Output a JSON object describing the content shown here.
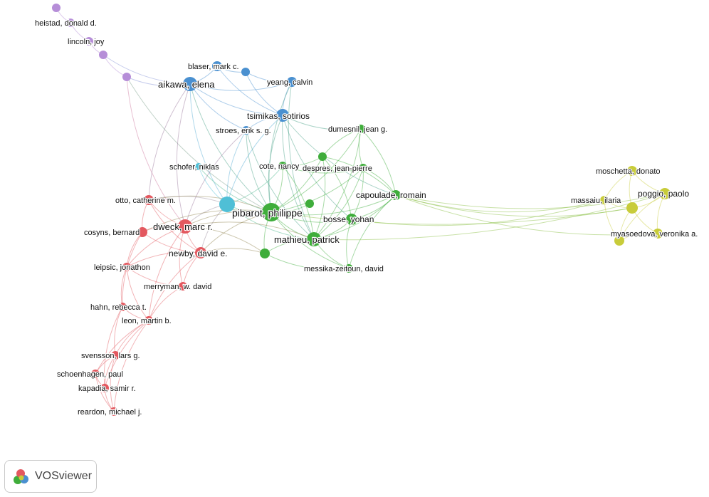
{
  "cluster_colors": {
    "red": "#e3585f",
    "green": "#3fad3b",
    "blue": "#4a90d0",
    "yellow": "#c8cc3a",
    "purple": "#b68ed8",
    "cyan": "#4fbfd6"
  },
  "nodes": [
    {
      "id": "n_p1",
      "label": "",
      "cluster": "purple",
      "size": 6
    },
    {
      "id": "heistad",
      "label": "heistad, donald d.",
      "cluster": "purple",
      "size": 6
    },
    {
      "id": "lincoln",
      "label": "lincoln, joy",
      "cluster": "purple",
      "size": 6
    },
    {
      "id": "n_p2",
      "label": "",
      "cluster": "purple",
      "size": 6
    },
    {
      "id": "n_p3",
      "label": "",
      "cluster": "purple",
      "size": 6
    },
    {
      "id": "aikawa",
      "label": "aikawa, elena",
      "cluster": "blue",
      "size": 10
    },
    {
      "id": "blaser",
      "label": "blaser, mark c.",
      "cluster": "blue",
      "size": 7
    },
    {
      "id": "n_b1",
      "label": "",
      "cluster": "blue",
      "size": 6
    },
    {
      "id": "yeang",
      "label": "yeang, calvin",
      "cluster": "blue",
      "size": 7
    },
    {
      "id": "tsimikas",
      "label": "tsimikas, sotirios",
      "cluster": "blue",
      "size": 9
    },
    {
      "id": "stroes",
      "label": "stroes, erik s. g.",
      "cluster": "blue",
      "size": 6
    },
    {
      "id": "schofer",
      "label": "schofer, niklas",
      "cluster": "cyan",
      "size": 5
    },
    {
      "id": "n_c1",
      "label": "",
      "cluster": "cyan",
      "size": 11
    },
    {
      "id": "dumesnil",
      "label": "dumesnil, jean g.",
      "cluster": "green",
      "size": 6
    },
    {
      "id": "cote",
      "label": "cote, nancy",
      "cluster": "green",
      "size": 6
    },
    {
      "id": "n_g1",
      "label": "",
      "cluster": "green",
      "size": 6
    },
    {
      "id": "despres",
      "label": "despres, jean-pierre",
      "cluster": "green",
      "size": 6
    },
    {
      "id": "capoulade",
      "label": "capoulade, romain",
      "cluster": "green",
      "size": 7
    },
    {
      "id": "pibarot",
      "label": "pibarot, philippe",
      "cluster": "green",
      "size": 13
    },
    {
      "id": "n_g2",
      "label": "",
      "cluster": "green",
      "size": 6
    },
    {
      "id": "bosse",
      "label": "bosse, yohan",
      "cluster": "green",
      "size": 8
    },
    {
      "id": "mathieu",
      "label": "mathieu, patrick",
      "cluster": "green",
      "size": 10
    },
    {
      "id": "n_g3",
      "label": "",
      "cluster": "green",
      "size": 7
    },
    {
      "id": "messika",
      "label": "messika-zeitoun, david",
      "cluster": "green",
      "size": 6
    },
    {
      "id": "otto",
      "label": "otto, catherine m.",
      "cluster": "red",
      "size": 7
    },
    {
      "id": "dweck",
      "label": "dweck, marc r.",
      "cluster": "red",
      "size": 10
    },
    {
      "id": "cosyns",
      "label": "cosyns, bernard",
      "cluster": "red",
      "size": 7
    },
    {
      "id": "newby",
      "label": "newby, david e.",
      "cluster": "red",
      "size": 8
    },
    {
      "id": "leipsic",
      "label": "leipsic, jonathon",
      "cluster": "red",
      "size": 6
    },
    {
      "id": "merryman",
      "label": "merryman, w. david",
      "cluster": "red",
      "size": 6
    },
    {
      "id": "hahn",
      "label": "hahn, rebecca t.",
      "cluster": "red",
      "size": 6
    },
    {
      "id": "leon",
      "label": "leon, martin b.",
      "cluster": "red",
      "size": 6
    },
    {
      "id": "svensson",
      "label": "svensson, lars g.",
      "cluster": "red",
      "size": 6
    },
    {
      "id": "schoenhagen",
      "label": "schoenhagen, paul",
      "cluster": "red",
      "size": 6
    },
    {
      "id": "kapadia",
      "label": "kapadia, samir r.",
      "cluster": "red",
      "size": 6
    },
    {
      "id": "reardon",
      "label": "reardon, michael j.",
      "cluster": "red",
      "size": 6
    },
    {
      "id": "moschetta",
      "label": "moschetta, donato",
      "cluster": "yellow",
      "size": 7
    },
    {
      "id": "massaiu",
      "label": "massaiu, ilaria",
      "cluster": "yellow",
      "size": 6
    },
    {
      "id": "n_y1",
      "label": "",
      "cluster": "yellow",
      "size": 8
    },
    {
      "id": "poggio",
      "label": "poggio, paolo",
      "cluster": "yellow",
      "size": 8
    },
    {
      "id": "myasoedova",
      "label": "myasoedova, veronika a.",
      "cluster": "yellow",
      "size": 7
    },
    {
      "id": "n_y2",
      "label": "",
      "cluster": "yellow",
      "size": 7
    }
  ],
  "edges": [
    [
      "n_p1",
      "heistad"
    ],
    [
      "heistad",
      "lincoln"
    ],
    [
      "lincoln",
      "n_p2"
    ],
    [
      "n_p2",
      "n_p3"
    ],
    [
      "n_p3",
      "aikawa"
    ],
    [
      "n_p2",
      "aikawa"
    ],
    [
      "n_p3",
      "dweck"
    ],
    [
      "n_p3",
      "pibarot"
    ],
    [
      "aikawa",
      "blaser"
    ],
    [
      "aikawa",
      "tsimikas"
    ],
    [
      "aikawa",
      "yeang"
    ],
    [
      "aikawa",
      "stroes"
    ],
    [
      "aikawa",
      "n_c1"
    ],
    [
      "aikawa",
      "pibarot"
    ],
    [
      "aikawa",
      "dweck"
    ],
    [
      "aikawa",
      "otto"
    ],
    [
      "blaser",
      "n_b1"
    ],
    [
      "blaser",
      "tsimikas"
    ],
    [
      "n_b1",
      "yeang"
    ],
    [
      "n_b1",
      "tsimikas"
    ],
    [
      "yeang",
      "tsimikas"
    ],
    [
      "yeang",
      "pibarot"
    ],
    [
      "yeang",
      "mathieu"
    ],
    [
      "tsimikas",
      "stroes"
    ],
    [
      "tsimikas",
      "pibarot"
    ],
    [
      "tsimikas",
      "mathieu"
    ],
    [
      "tsimikas",
      "capoulade"
    ],
    [
      "tsimikas",
      "dumesnil"
    ],
    [
      "tsimikas",
      "n_c1"
    ],
    [
      "tsimikas",
      "bosse"
    ],
    [
      "stroes",
      "pibarot"
    ],
    [
      "stroes",
      "mathieu"
    ],
    [
      "stroes",
      "n_c1"
    ],
    [
      "stroes",
      "dweck"
    ],
    [
      "schofer",
      "n_c1"
    ],
    [
      "schofer",
      "pibarot"
    ],
    [
      "n_c1",
      "pibarot"
    ],
    [
      "n_c1",
      "dweck"
    ],
    [
      "n_c1",
      "mathieu"
    ],
    [
      "n_c1",
      "newby"
    ],
    [
      "n_c1",
      "otto"
    ],
    [
      "n_c1",
      "cote"
    ],
    [
      "pibarot",
      "mathieu"
    ],
    [
      "pibarot",
      "bosse"
    ],
    [
      "pibarot",
      "capoulade"
    ],
    [
      "pibarot",
      "cote"
    ],
    [
      "pibarot",
      "despres"
    ],
    [
      "pibarot",
      "dumesnil"
    ],
    [
      "pibarot",
      "n_g1"
    ],
    [
      "pibarot",
      "n_g2"
    ],
    [
      "pibarot",
      "n_g3"
    ],
    [
      "pibarot",
      "messika"
    ],
    [
      "pibarot",
      "dweck"
    ],
    [
      "pibarot",
      "newby"
    ],
    [
      "pibarot",
      "otto"
    ],
    [
      "pibarot",
      "cosyns"
    ],
    [
      "mathieu",
      "bosse"
    ],
    [
      "mathieu",
      "capoulade"
    ],
    [
      "mathieu",
      "cote"
    ],
    [
      "mathieu",
      "despres"
    ],
    [
      "mathieu",
      "dumesnil"
    ],
    [
      "mathieu",
      "n_g1"
    ],
    [
      "mathieu",
      "n_g3"
    ],
    [
      "mathieu",
      "messika"
    ],
    [
      "mathieu",
      "dweck"
    ],
    [
      "bosse",
      "capoulade"
    ],
    [
      "bosse",
      "despres"
    ],
    [
      "bosse",
      "messika"
    ],
    [
      "bosse",
      "n_g1"
    ],
    [
      "capoulade",
      "dumesnil"
    ],
    [
      "capoulade",
      "despres"
    ],
    [
      "capoulade",
      "messika"
    ],
    [
      "capoulade",
      "n_g1"
    ],
    [
      "cote",
      "n_g1"
    ],
    [
      "cote",
      "despres"
    ],
    [
      "dumesnil",
      "despres"
    ],
    [
      "dumesnil",
      "n_g1"
    ],
    [
      "n_g3",
      "messika"
    ],
    [
      "n_g3",
      "dweck"
    ],
    [
      "n_g3",
      "newby"
    ],
    [
      "capoulade",
      "massaiu"
    ],
    [
      "capoulade",
      "n_y1"
    ],
    [
      "capoulade",
      "poggio"
    ],
    [
      "pibarot",
      "n_y1"
    ],
    [
      "mathieu",
      "poggio"
    ],
    [
      "bosse",
      "massaiu"
    ],
    [
      "capoulade",
      "myasoedova"
    ],
    [
      "moschetta",
      "massaiu"
    ],
    [
      "moschetta",
      "n_y1"
    ],
    [
      "moschetta",
      "poggio"
    ],
    [
      "massaiu",
      "n_y1"
    ],
    [
      "massaiu",
      "n_y2"
    ],
    [
      "n_y1",
      "poggio"
    ],
    [
      "n_y1",
      "myasoedova"
    ],
    [
      "n_y1",
      "n_y2"
    ],
    [
      "poggio",
      "myasoedova"
    ],
    [
      "poggio",
      "n_y2"
    ],
    [
      "myasoedova",
      "n_y2"
    ],
    [
      "otto",
      "dweck"
    ],
    [
      "otto",
      "cosyns"
    ],
    [
      "otto",
      "newby"
    ],
    [
      "dweck",
      "cosyns"
    ],
    [
      "dweck",
      "newby"
    ],
    [
      "dweck",
      "leipsic"
    ],
    [
      "dweck",
      "merryman"
    ],
    [
      "dweck",
      "leon"
    ],
    [
      "cosyns",
      "newby"
    ],
    [
      "cosyns",
      "leipsic"
    ],
    [
      "cosyns",
      "hahn"
    ],
    [
      "newby",
      "leipsic"
    ],
    [
      "newby",
      "merryman"
    ],
    [
      "newby",
      "leon"
    ],
    [
      "leipsic",
      "hahn"
    ],
    [
      "leipsic",
      "leon"
    ],
    [
      "leipsic",
      "merryman"
    ],
    [
      "merryman",
      "leon"
    ],
    [
      "hahn",
      "leon"
    ],
    [
      "hahn",
      "svensson"
    ],
    [
      "leon",
      "svensson"
    ],
    [
      "leon",
      "schoenhagen"
    ],
    [
      "leon",
      "kapadia"
    ],
    [
      "svensson",
      "schoenhagen"
    ],
    [
      "svensson",
      "kapadia"
    ],
    [
      "svensson",
      "reardon"
    ],
    [
      "schoenhagen",
      "kapadia"
    ],
    [
      "kapadia",
      "reardon"
    ],
    [
      "schoenhagen",
      "reardon"
    ],
    [
      "hahn",
      "kapadia"
    ],
    [
      "leon",
      "reardon"
    ]
  ],
  "logo": {
    "text": "VOSviewer"
  }
}
